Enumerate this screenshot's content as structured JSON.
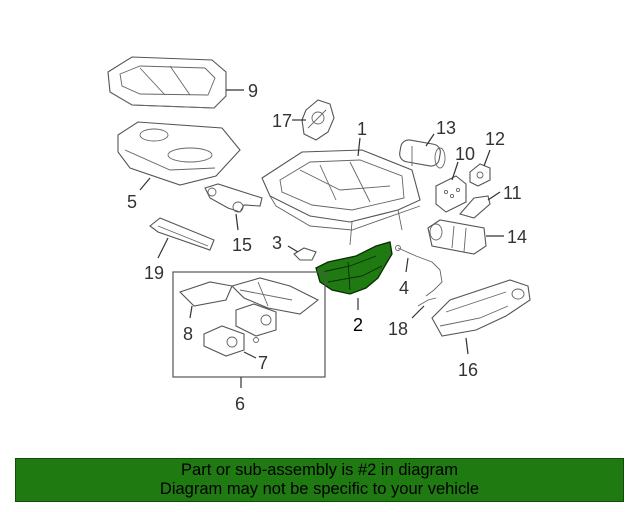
{
  "diagram": {
    "highlight_color": "#1f7a12",
    "callouts": {
      "c1": "1",
      "c2": "2",
      "c3": "3",
      "c4": "4",
      "c5": "5",
      "c6": "6",
      "c7": "7",
      "c8": "8",
      "c9": "9",
      "c10": "10",
      "c11": "11",
      "c12": "12",
      "c13": "13",
      "c14": "14",
      "c15": "15",
      "c16": "16",
      "c17": "17",
      "c18": "18",
      "c19": "19"
    }
  },
  "banner": {
    "background": "#1f7a12",
    "line1": "Part or sub-assembly is #2 in diagram",
    "line2": "Diagram may not be specific to your vehicle"
  }
}
